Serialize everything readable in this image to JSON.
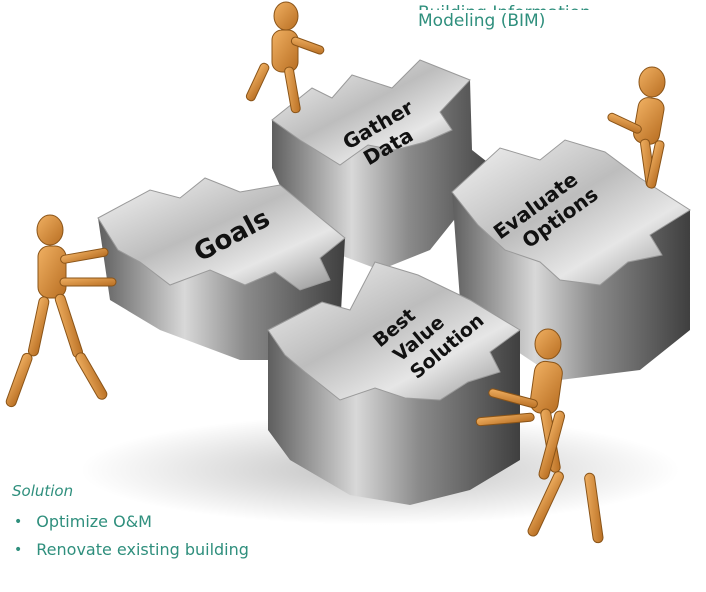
{
  "header": {
    "cut_line": "Building Information",
    "line2": "Modeling (BIM)"
  },
  "puzzle_pieces": [
    {
      "id": "goals",
      "label_lines": [
        "Goals"
      ]
    },
    {
      "id": "gather-data",
      "label_lines": [
        "Gather",
        "Data"
      ]
    },
    {
      "id": "evaluate-options",
      "label_lines": [
        "Evaluate",
        "Options"
      ]
    },
    {
      "id": "best-value-solution",
      "label_lines": [
        "Best",
        "Value",
        "Solution"
      ]
    }
  ],
  "solution": {
    "heading": "Solution",
    "bullets": [
      "Optimize O&M",
      "Renovate existing building"
    ]
  },
  "colors": {
    "accent_teal": "#2f8f7d",
    "metal_light": "#e9e9e9",
    "metal_dark": "#7d7d7d",
    "figure_wood": "#d08a3a"
  }
}
